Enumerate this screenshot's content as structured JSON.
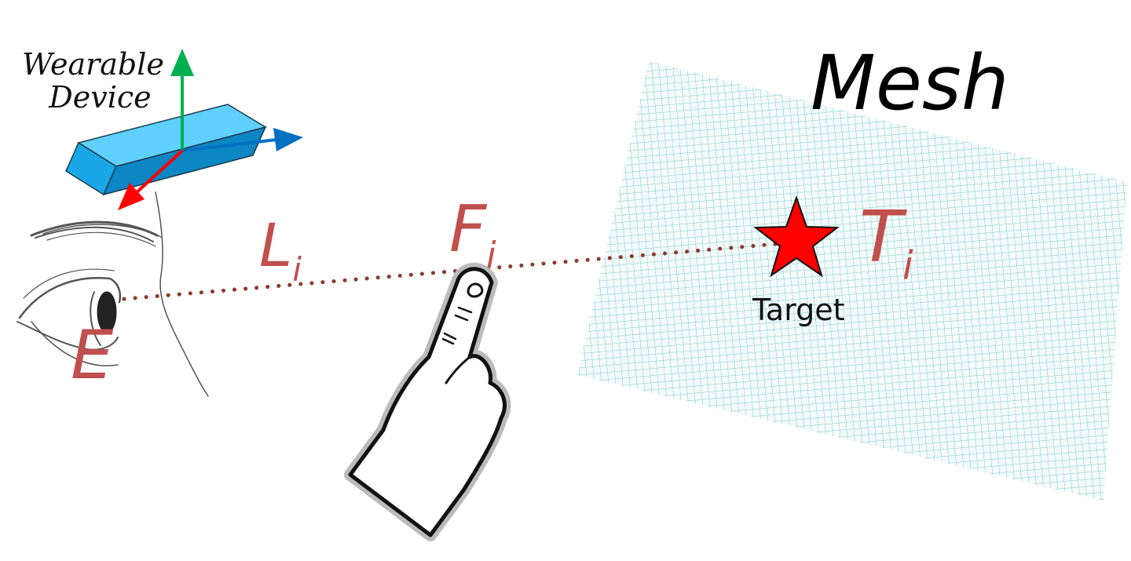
{
  "labels": {
    "wearable_line1": "Wearable",
    "wearable_line2": "Device",
    "mesh": "Mesh",
    "target": "Target",
    "eye": "E",
    "ray_symbol": "L",
    "ray_sub": "i",
    "finger_symbol": "F",
    "finger_sub": "i",
    "target_symbol": "T",
    "target_sub": "i"
  },
  "colors": {
    "math_red": "#c0504d",
    "ray": "#8b3a2e",
    "mesh_grid": "#7ec8c8",
    "device_top": "#5fd0ff",
    "device_front": "#1aa7e8",
    "device_side": "#0d86c4",
    "axis_up": "#00b050",
    "axis_right": "#0070c0",
    "axis_forward": "#ff0000",
    "star": "#ff0000"
  },
  "icons": [
    "eye-sketch-icon",
    "wearable-device-icon",
    "pointing-hand-icon",
    "target-star-icon"
  ]
}
